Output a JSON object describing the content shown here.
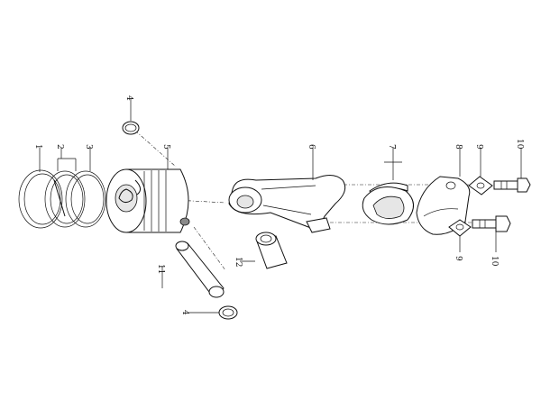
{
  "diagram": {
    "labels": {
      "rings": "1",
      "ring_pair": "2",
      "ring_single": "3",
      "circlip_top": "4",
      "circlip_bottom": "4",
      "piston": "5",
      "conrod": "6",
      "bearing_shells": "7",
      "cap": "8",
      "washer_top": "9",
      "washer_bottom": "9",
      "bolt_top": "10",
      "bolt_bottom": "10",
      "pin": "11",
      "bushing": "12"
    }
  }
}
